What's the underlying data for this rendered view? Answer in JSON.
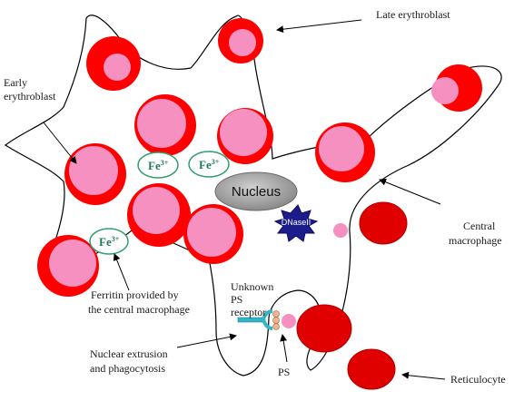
{
  "labels": {
    "late_erythroblast": "Late erythroblast",
    "early_erythroblast_line1": "Early",
    "early_erythroblast_line2": "erythroblast",
    "central_macrophage_line1": "Central",
    "central_macrophage_line2": "macrophage",
    "ferritin_line1": "Ferritin provided by",
    "ferritin_line2": "the central macrophage",
    "unknown_ps_line1": "Unknown",
    "unknown_ps_line2": "PS",
    "unknown_ps_line3": "receptor",
    "nuclear_extrusion_line1": "Nuclear extrusion",
    "nuclear_extrusion_line2": "and phagocytosis",
    "ps": "PS",
    "reticulocyte": "Reticulocyte",
    "nucleus": "Nucleus",
    "dnase": "DNaseII"
  },
  "iron": {
    "symbol": "Fe",
    "charge": "3+"
  },
  "colors": {
    "erythroblast_outer": "#ff0000",
    "erythroblast_nucleus": "#f590c0",
    "reticulocyte": "#e00000",
    "macrophage_outline": "#000000",
    "nucleus_fill": "#a8a8a8",
    "dnase_fill": "#1c1c8c",
    "ferritin_ring": "#2e9e6e",
    "receptor": "#33b5c8",
    "ps_ball": "#f2b48a"
  },
  "icons": {
    "dnase": "starburst-enzyme-icon",
    "receptor": "ps-receptor-icon"
  }
}
